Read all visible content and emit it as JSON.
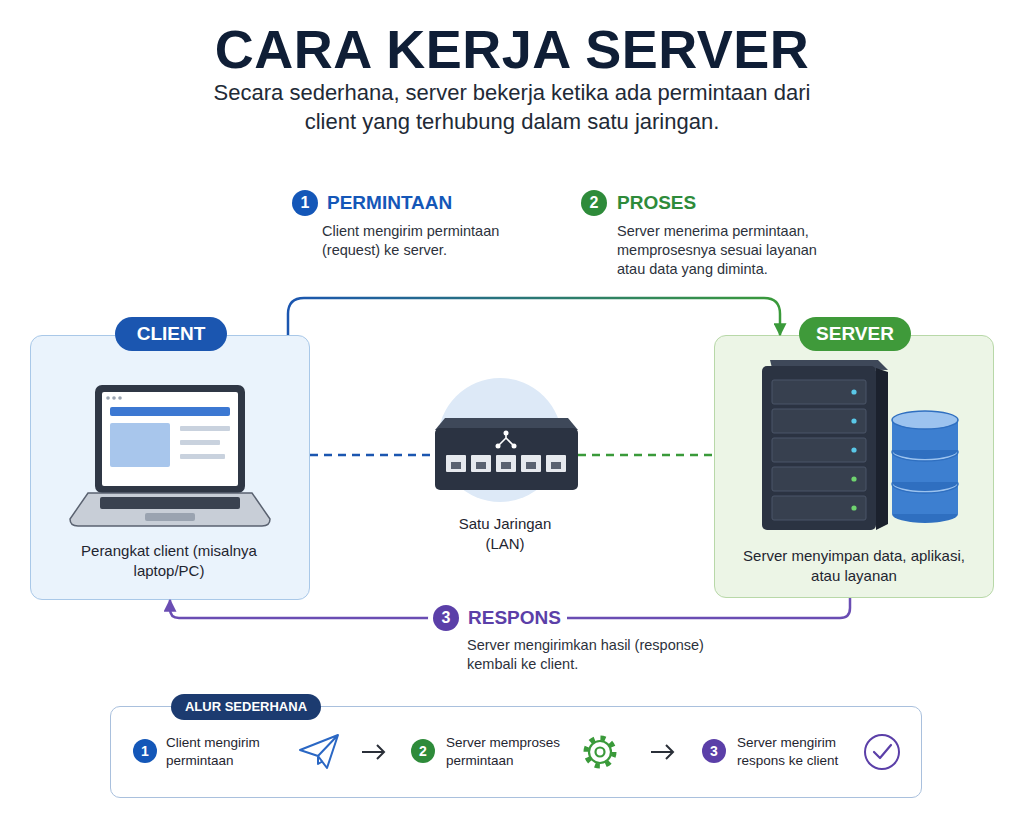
{
  "diagram": {
    "title": "CARA KERJA SERVER",
    "nodes": [
      {
        "text": [
          "CLIENT",
          "Perangkat client (misalnya laptop/PC)"
        ]
      },
      {
        "text": [
          "Satu Jaringan (LAN)"
        ]
      },
      {
        "text": [
          "SERVER",
          "Server menyimpan data, aplikasi, atau layanan"
        ]
      },
      {
        "text": [
          "ALUR SEDERHANA",
          "Client mengirim permintaan",
          "Server memproses permintaan",
          "Server mengirim respons ke client"
        ]
      }
    ],
    "edges": [
      {
        "from": 0,
        "to": 2,
        "arrow": "to"
      },
      {
        "from": 2,
        "to": 0,
        "arrow": "to"
      },
      {
        "from": 0,
        "to": 1,
        "arrow": "none"
      },
      {
        "from": 1,
        "to": 2,
        "arrow": "none"
      }
    ],
    "labels": [
      "Secara sederhana, server bekerja ketika ada permintaan dari client yang terhubung dalam satu jaringan.",
      "1",
      "PERMINTAAN",
      "Client mengirim permintaan (request) ke server.",
      "2",
      "PROSES",
      "Server menerima permintaan, memprosesnya sesuai layanan atau data yang diminta.",
      "3",
      "RESPONS",
      "Server mengirimkan hasil (response) kembali ke client.",
      "1",
      "2",
      "3"
    ]
  }
}
